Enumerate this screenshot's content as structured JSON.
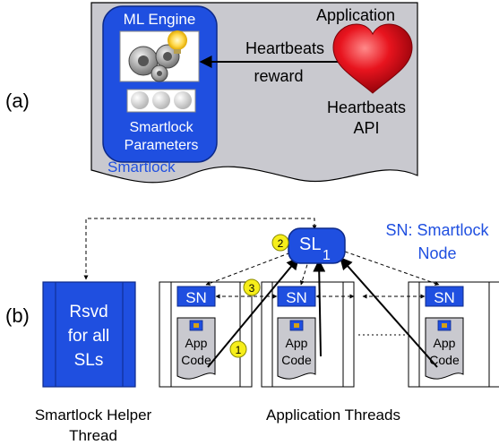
{
  "part_a": {
    "label": "(a)",
    "application_label": "Application",
    "ml_engine_label": "ML Engine",
    "heartbeats_reward_line1": "Heartbeats",
    "heartbeats_reward_line2": "reward",
    "heartbeats_api_line1": "Heartbeats",
    "heartbeats_api_line2": "API",
    "smartlock_params_line1": "Smartlock",
    "smartlock_params_line2": "Parameters",
    "smartlock_label": "Smartlock"
  },
  "part_b": {
    "label": "(b)",
    "sn_legend_line1": "SN: Smartlock",
    "sn_legend_line2": "Node",
    "sl_label": "SL",
    "sl_subscript": "1",
    "sn_label": "SN",
    "helper_block_line1": "Rsvd",
    "helper_block_line2": "for all",
    "helper_block_line3": "SLs",
    "app_code_line1": "App",
    "app_code_line2": "Code",
    "step1": "1",
    "step2": "2",
    "step3": "3",
    "helper_caption_line1": "Smartlock Helper",
    "helper_caption_line2": "Thread",
    "threads_caption": "Application Threads"
  },
  "colors": {
    "blue": "#1f4fe0",
    "dark_blue": "#0d2a8a",
    "grey_fill": "#c9c9cf",
    "heart_red": "#e0101a",
    "step_yellow": "#f6ee1a"
  }
}
